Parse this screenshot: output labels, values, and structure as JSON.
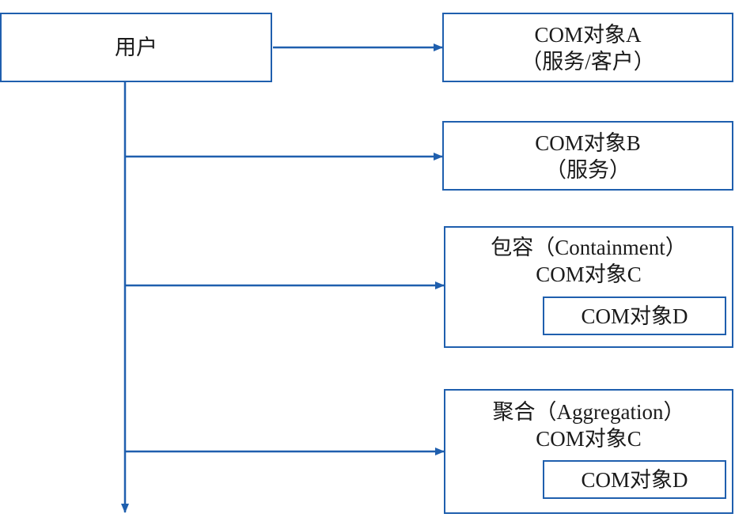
{
  "colors": {
    "line": "#1f5fae",
    "box_border": "#1f5fae",
    "text": "#1a1a1a",
    "background": "#ffffff"
  },
  "user": {
    "label": "用户"
  },
  "obj_a": {
    "line1": "COM对象A",
    "line2": "（服务/客户）"
  },
  "obj_b": {
    "line1": "COM对象B",
    "line2": "（服务）"
  },
  "containment": {
    "title": "包容（Containment）",
    "outer": "COM对象C",
    "inner": "COM对象D"
  },
  "aggregation": {
    "title": "聚合（Aggregation）",
    "outer": "COM对象C",
    "inner": "COM对象D"
  }
}
